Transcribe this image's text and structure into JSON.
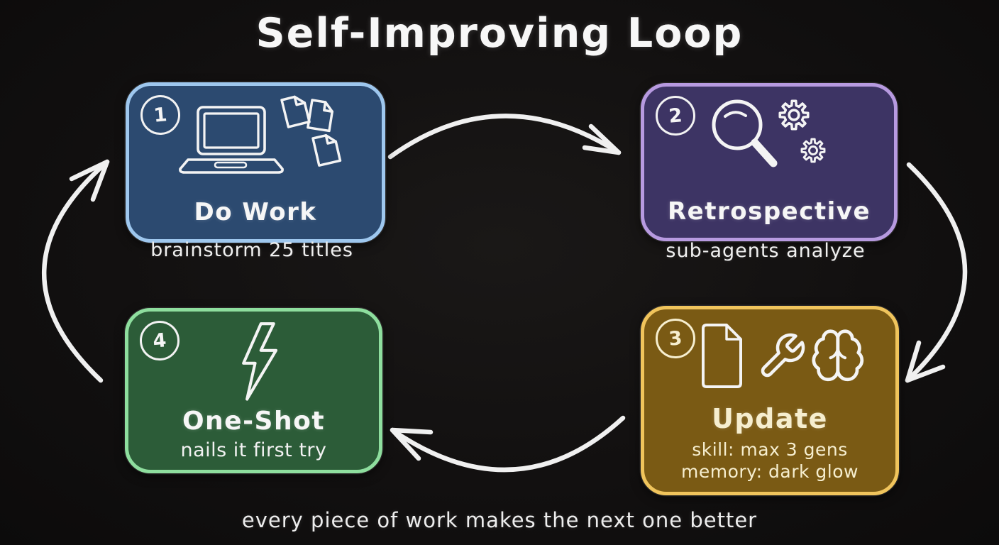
{
  "title": "Self-Improving Loop",
  "footer": "every piece of work makes the next one better",
  "arrow_color": "#f0f0f0",
  "boxes": [
    {
      "number": "1",
      "label": "Do Work",
      "caption": "brainstorm 25 titles",
      "fill": "#2c4a70",
      "border": "#9ec7ee",
      "icons": [
        "laptop-icon",
        "documents-icon"
      ]
    },
    {
      "number": "2",
      "label": "Retrospective",
      "caption": "sub-agents analyze",
      "fill": "#3d3464",
      "border": "#b79ae0",
      "icons": [
        "magnifier-icon",
        "gears-icon"
      ]
    },
    {
      "number": "3",
      "label": "Update",
      "lines": [
        "skill: max 3 gens",
        "memory: dark glow"
      ],
      "fill": "#7a5a14",
      "border": "#f0c45c",
      "icons": [
        "document-icon",
        "wrench-icon",
        "brain-icon"
      ]
    },
    {
      "number": "4",
      "label": "One-Shot",
      "lines": [
        "nails it first try"
      ],
      "fill": "#2c5c38",
      "border": "#8ede9e",
      "icons": [
        "lightning-bolt-icon"
      ]
    }
  ]
}
